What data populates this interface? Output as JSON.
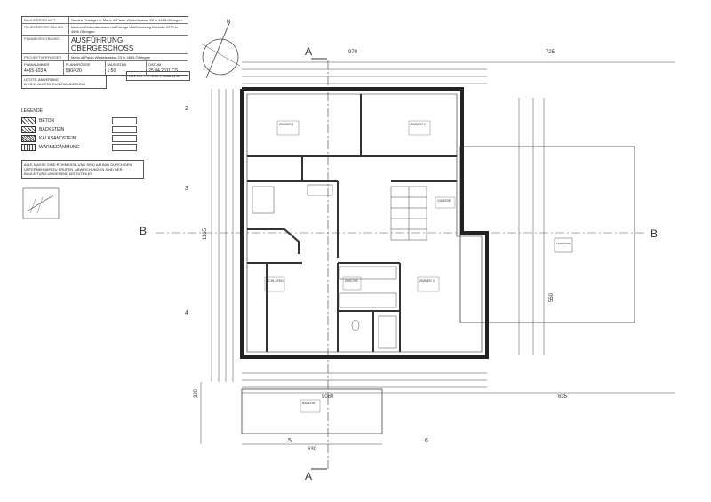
{
  "title_block": {
    "rows": [
      {
        "key": "BAUHERRSCHAFT",
        "value": "Sandra Flückiger u. Mario di Paolo Winkelstrasse 23 in 4665 Oftringen"
      },
      {
        "key": "OBJEKTBEZEICHNUNG",
        "value": "Neubau Einfamilienhaus mit Garage Weißbachring Parzelle 4373 in 4665 Oftringen"
      },
      {
        "key": "PLANBEZEICHNUNG",
        "value": "AUSFÜHRUNG OBERGESCHOSS"
      },
      {
        "key": "PROJEKTVERFASSER",
        "value": "Mario di Paolo Winkelstrasse 23 in 4665 Oftringen"
      }
    ],
    "plan_nr_label": "PLANNUMMER",
    "plan_nr": "4465-103 A",
    "format_label": "PLANGRÖSSE",
    "format": "590/420",
    "scale_label": "MASSSTAB",
    "scale": "1:50",
    "date_label": "DATUM",
    "date": "25.04.2011 CS"
  },
  "revision": {
    "label": "LETZTE ÄNDERUNG",
    "text": "A  5.5.11  AUSFÜHRUNGSÄNDERUNG"
  },
  "elevation_note": "OKF.OG = +/- 0.00 = 4258.64 M",
  "legend": {
    "title": "LEGENDE",
    "items": [
      {
        "label": "BETON"
      },
      {
        "label": "BACKSTEIN"
      },
      {
        "label": "KALKSANDSTEIN"
      },
      {
        "label": "WÄRMEDÄMMUNG"
      }
    ]
  },
  "general_note": "ALLE MASSE SIND ROHMASSE UND SIND AM BAU DURCH DEN UNTERNEHMER ZU PRÜFEN. ABWEICHUNGEN SIND DER BAULEITUNG UMGEHEND MITZUTEILEN",
  "north_label": "N",
  "section_marks": {
    "a_top": "A",
    "a_bottom": "A",
    "b_left": "B",
    "b_right": "B"
  },
  "axis_labels": {
    "ax2": "2",
    "ax3": "3",
    "ax4": "4",
    "ax5": "5",
    "ax6": "6"
  },
  "dims": {
    "top_total": "970",
    "top_right": "725",
    "right_mid": "550",
    "left_total": "1165",
    "bottom_total": "9060",
    "bottom_right": "635",
    "balcony_bottom": "630",
    "left_balcony": "320"
  },
  "rooms": {
    "zimmer1": "ZIMMER 1",
    "zimmer2": "ZIMMER 2",
    "zimmer3": "ZIMMER 3",
    "schlafen": "SCHLAFEN",
    "dusche": "DUSCHE",
    "galerie": "GALERIE",
    "terrasse": "TERRASSE",
    "balkon": "BALKON"
  }
}
